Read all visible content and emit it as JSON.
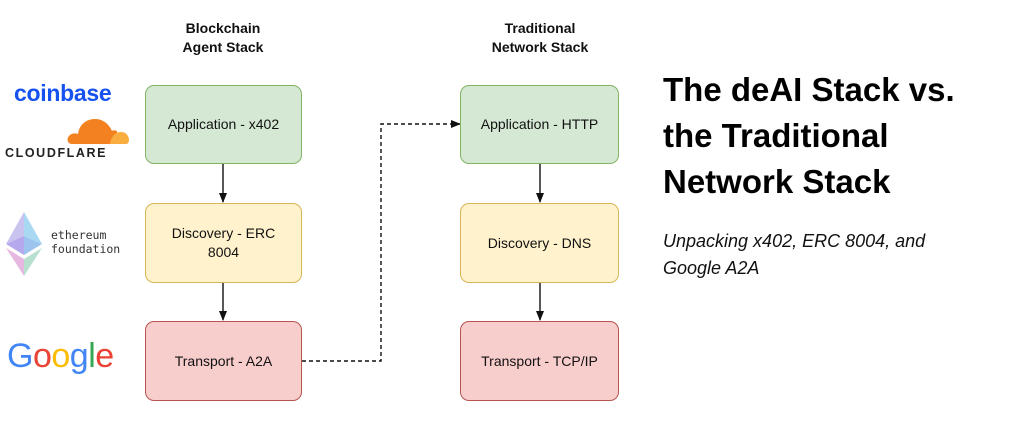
{
  "columns": {
    "blockchain_title_line1": "Blockchain",
    "blockchain_title_line2": "Agent Stack",
    "traditional_title_line1": "Traditional",
    "traditional_title_line2": "Network Stack"
  },
  "blockchain_stack": {
    "application": "Application - x402",
    "discovery": "Discovery - ERC 8004",
    "transport": "Transport - A2A"
  },
  "traditional_stack": {
    "application": "Application - HTTP",
    "discovery": "Discovery - DNS",
    "transport": "Transport - TCP/IP"
  },
  "logos": {
    "coinbase": "coinbase",
    "cloudflare": "CLOUDFLARE",
    "ethereum_line1": "ethereum",
    "ethereum_line2": "foundation",
    "google": [
      "G",
      "o",
      "o",
      "g",
      "l",
      "e"
    ]
  },
  "logo_colors": {
    "coinbase": "#1652f0",
    "cloudflare_orange": "#f48120",
    "cloudflare_light": "#faad3f",
    "google": [
      "#4285f4",
      "#ea4335",
      "#fbbc05",
      "#4285f4",
      "#34a853",
      "#ea4335"
    ]
  },
  "box_colors": {
    "application_fill": "#d5e8d4",
    "application_border": "#82b366",
    "discovery_fill": "#fff2cc",
    "discovery_border": "#d6b656",
    "transport_fill": "#f8cecc",
    "transport_border": "#b85450"
  },
  "headline": {
    "line1": "The deAI Stack vs.",
    "line2": "the Traditional",
    "line3": "Network Stack"
  },
  "subheadline": {
    "line1": "Unpacking x402, ERC 8004, and",
    "line2": "Google A2A"
  }
}
